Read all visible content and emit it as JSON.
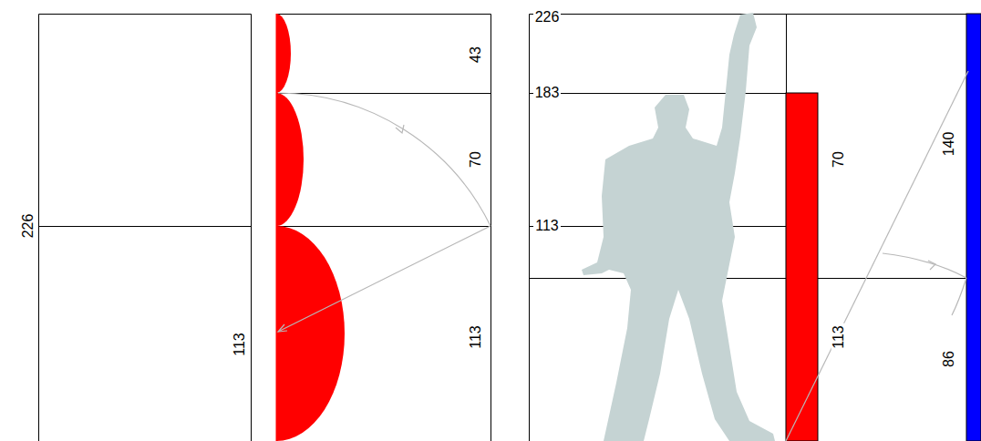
{
  "diagram": {
    "labels": [
      "226",
      "113",
      "43",
      "70",
      "113",
      "226",
      "183",
      "113",
      "70",
      "113",
      "140",
      "86"
    ]
  }
}
